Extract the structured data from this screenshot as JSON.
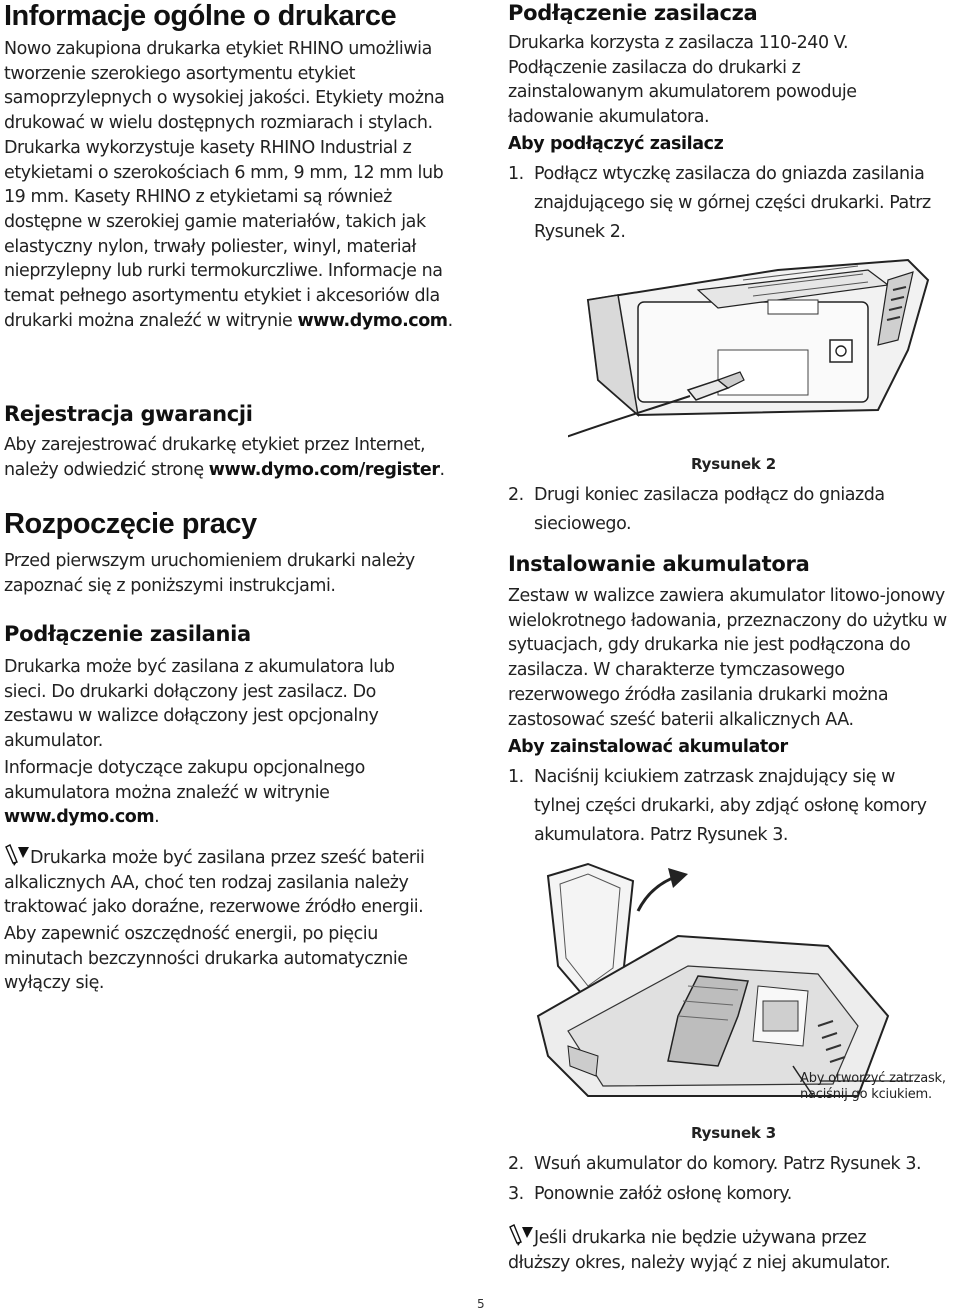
{
  "left": {
    "s1": {
      "title": "Informacje ogólne o drukarce",
      "p1": "Nowo zakupiona drukarka etykiet RHINO umożliwia tworzenie szerokiego asortymentu etykiet samoprzylepnych o wysokiej jakości. Etykiety można drukować w wielu dostępnych rozmiarach i stylach. Drukarka wykorzystuje kasety RHINO Industrial z etykietami o szerokościach 6 mm, 9 mm, 12 mm lub 19 mm. Kasety RHINO z etykietami są również dostępne w szerokiej gamie materiałów, takich jak elastyczny nylon, trwały poliester, winyl, materiał nieprzylepny lub rurki termokurczliwe. Informacje na temat pełnego asortymentu etykiet i akcesoriów dla drukarki można znaleźć w witrynie ",
      "link": "www.dymo.com",
      "tail": "."
    },
    "s2": {
      "title": "Rejestracja gwarancji",
      "p1": "Aby zarejestrować drukarkę etykiet przez Internet, należy odwiedzić stronę ",
      "link": "www.dymo.com/register",
      "tail": "."
    },
    "s3": {
      "title": "Rozpoczęcie pracy",
      "p1": "Przed pierwszym uruchomieniem drukarki należy zapoznać się z poniższymi instrukcjami."
    },
    "s4": {
      "title": "Podłączenie zasilania",
      "p1": "Drukarka może być zasilana z akumulatora lub sieci. Do drukarki dołączony jest zasilacz. Do zestawu w walizce dołączony jest opcjonalny akumulator.",
      "p2": "Informacje dotyczące zakupu opcjonalnego akumulatora można znaleźć w witrynie ",
      "link": "www.dymo.com",
      "tail": ".",
      "note": "Drukarka może być zasilana przez sześć baterii alkalicznych AA, choć ten rodzaj zasilania należy traktować jako doraźne, rezerwowe źródło energii.",
      "p3": "Aby zapewnić oszczędność energii, po pięciu minutach bezczynności drukarka automatycznie wyłączy się."
    }
  },
  "right": {
    "s1": {
      "title": "Podłączenie zasilacza",
      "p1": "Drukarka korzysta z zasilacza 110-240 V. Podłączenie zasilacza do drukarki z zainstalowanym akumulatorem powoduje ładowanie akumulatora.",
      "sub": "Aby podłączyć zasilacz",
      "step1_num": "1.",
      "step1": "Podłącz wtyczkę zasilacza do gniazda zasilania znajdującego się w górnej części drukarki. Patrz Rysunek 2.",
      "fig2": "Rysunek 2",
      "step2_num": "2.",
      "step2": "Drugi koniec zasilacza podłącz do gniazda sieciowego."
    },
    "s2": {
      "title": "Instalowanie akumulatora",
      "p1": "Zestaw w walizce zawiera akumulator litowo-jonowy wielokrotnego ładowania, przeznaczony do użytku w sytuacjach, gdy drukarka nie jest podłączona do zasilacza. W charakterze tymczasowego rezerwowego źródła zasilania drukarki można zastosować sześć baterii alkalicznych AA.",
      "sub": "Aby zainstalować akumulator",
      "step1_num": "1.",
      "step1": "Naciśnij kciukiem zatrzask znajdujący się w tylnej części drukarki, aby zdjąć osłonę komory akumulatora. Patrz Rysunek 3.",
      "callout": "Aby otworzyć zatrzask, naciśnij go kciukiem.",
      "fig3": "Rysunek 3",
      "step2_num": "2.",
      "step2": "Wsuń akumulator do komory. Patrz Rysunek 3.",
      "step3_num": "3.",
      "step3": "Ponownie załóż osłonę komory.",
      "note": "Jeśli drukarka nie będzie używana przez dłuższy okres, należy wyjąć z niej akumulator."
    }
  },
  "footer": {
    "page_number": "5"
  }
}
